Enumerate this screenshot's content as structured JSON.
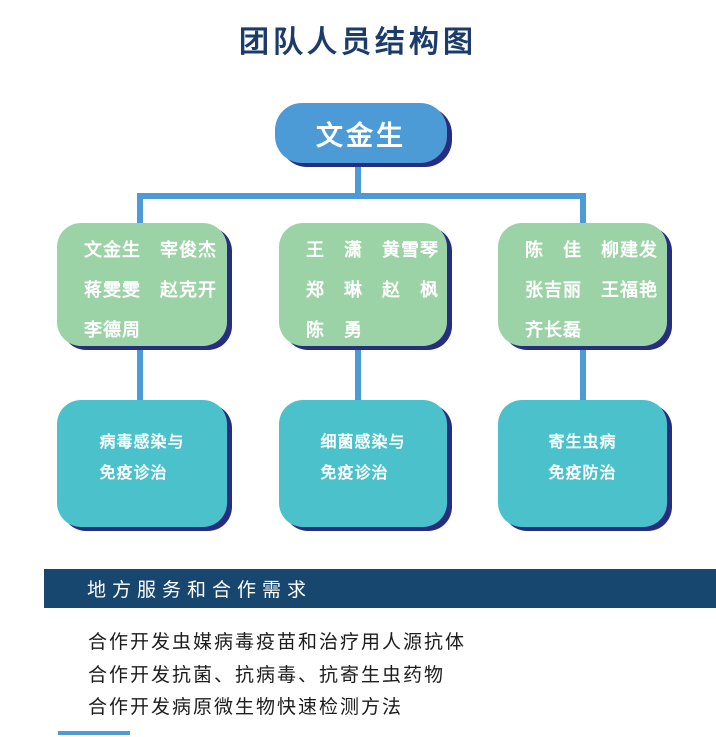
{
  "title": "团队人员结构图",
  "org_chart": {
    "root": {
      "label": "文金生"
    },
    "member_groups": [
      {
        "lines": [
          "文金生　宰俊杰",
          "蒋雯雯　赵克开",
          "李德周"
        ]
      },
      {
        "lines": [
          "王　潇　黄雪琴",
          "郑　琳　赵　枫",
          "陈　勇"
        ]
      },
      {
        "lines": [
          "陈　佳　柳建发",
          "张吉丽　王福艳",
          "齐长磊"
        ]
      }
    ],
    "research_areas": [
      {
        "lines": [
          "病毒感染与",
          "免疫诊治"
        ]
      },
      {
        "lines": [
          "细菌感染与",
          "免疫诊治"
        ]
      },
      {
        "lines": [
          "寄生虫病",
          "免疫防治"
        ]
      }
    ]
  },
  "section_header": "地方服务和合作需求",
  "cooperation_needs": [
    "合作开发虫媒病毒疫苗和治疗用人源抗体",
    "合作开发抗菌、抗病毒、抗寄生虫药物",
    "合作开发病原微生物快速检测方法"
  ],
  "colors": {
    "title_navy": "#1b3c6b",
    "root_box_blue": "#4c9bd7",
    "member_box_green": "#9cd3a6",
    "area_box_teal": "#4bc2cb",
    "box_shadow_indigo": "#272e7f",
    "connector_blue": "#4c9bd7",
    "section_bar_navy": "#17466e",
    "body_text": "#1c1c1c"
  }
}
